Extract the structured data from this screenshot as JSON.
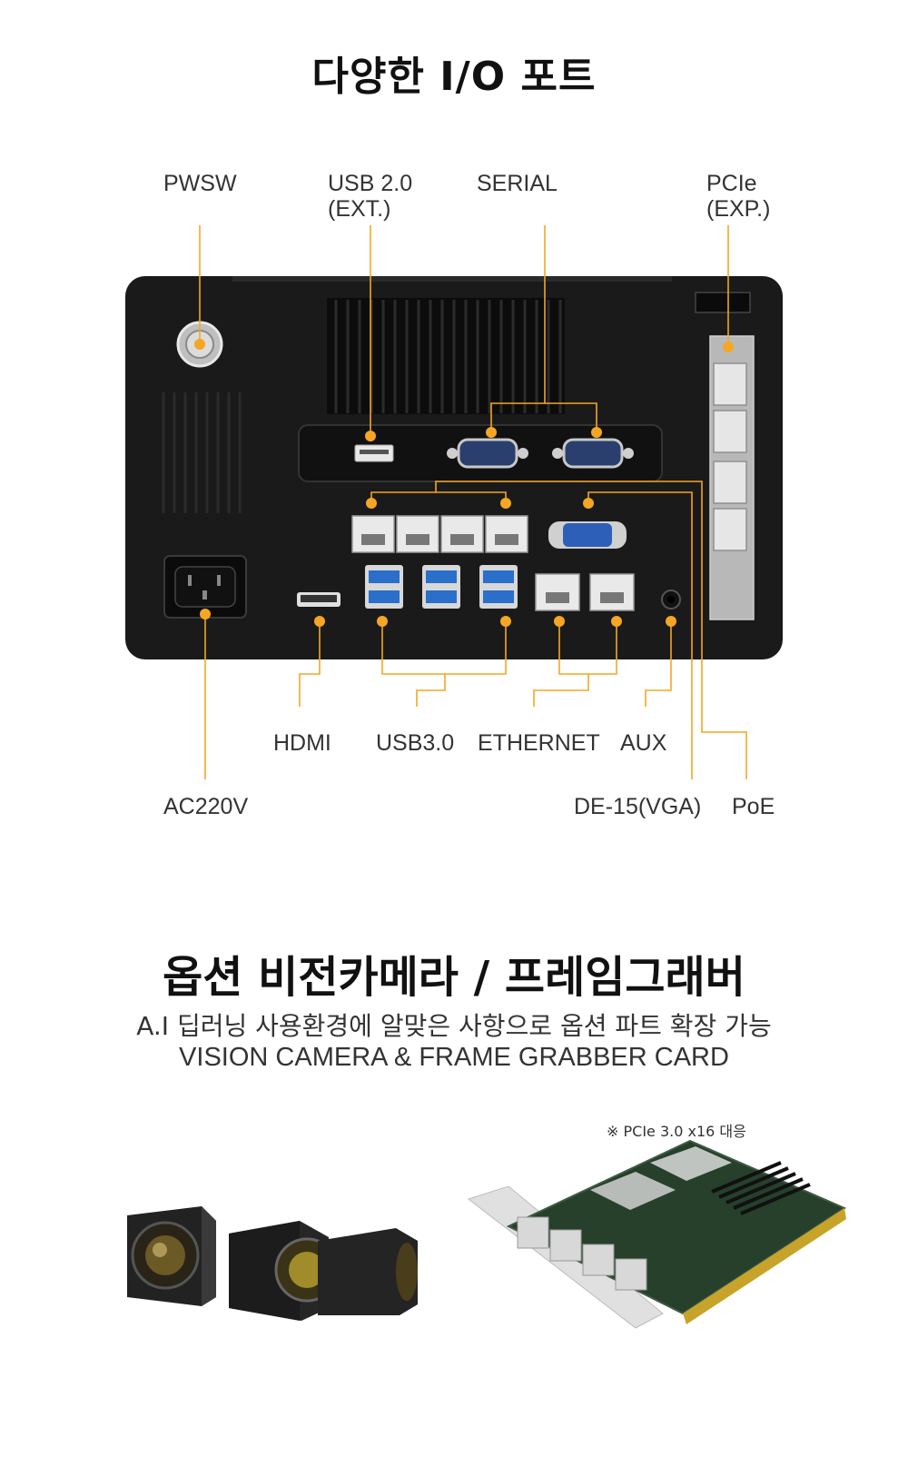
{
  "section1": {
    "title": "다양한 I/O 포트"
  },
  "ports": {
    "pwsw": "PWSW",
    "usb2": "USB 2.0\n(EXT.)",
    "serial": "SERIAL",
    "pcie": "PCIe\n(EXP.)",
    "hdmi": "HDMI",
    "usb3": "USB3.0",
    "ethernet": "ETHERNET",
    "aux": "AUX",
    "ac220v": "AC220V",
    "vga": "DE-15(VGA)",
    "poe": "PoE"
  },
  "section2": {
    "title": "옵션 비전카메라 / 프레임그래버",
    "subtitle_ko": "A.I 딥러닝 사용환경에 알맞은 사항으로 옵션 파트 확장 가능",
    "subtitle_en": "VISION CAMERA & FRAME GRABBER CARD",
    "note": "※ PCIe 3.0 x16 대응"
  },
  "colors": {
    "accent": "#f5a623",
    "chassis": "#1a1a1a",
    "usb3_blue": "#2a6fc9",
    "vga_blue": "#2e5fb8"
  }
}
